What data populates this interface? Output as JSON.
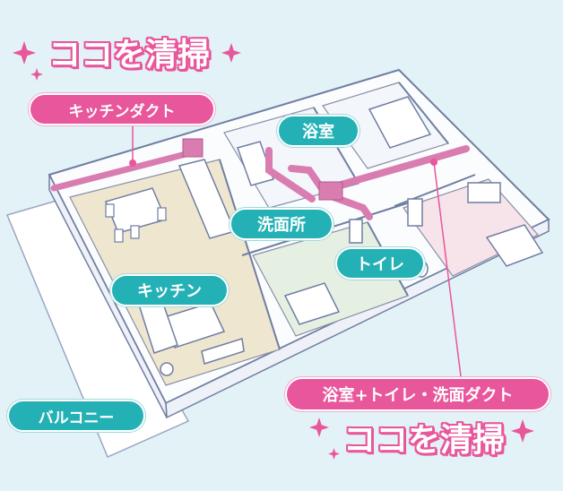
{
  "headline_top": {
    "text": "ココを清掃"
  },
  "headline_bottom": {
    "text": "ココを清掃"
  },
  "labels": {
    "kitchen_duct": "キッチンダクト",
    "bathroom": "浴室",
    "washroom": "洗面所",
    "toilet": "トイレ",
    "kitchen": "キッチン",
    "balcony": "バルコニー",
    "bath_toilet_wash_duct": "浴室+トイレ・洗面ダクト"
  },
  "colors": {
    "background": "#e3f2f7",
    "teal": "#24b1b5",
    "pink": "#e8569b",
    "duct": "#d97cb0",
    "outline": "#6f7ea1"
  }
}
